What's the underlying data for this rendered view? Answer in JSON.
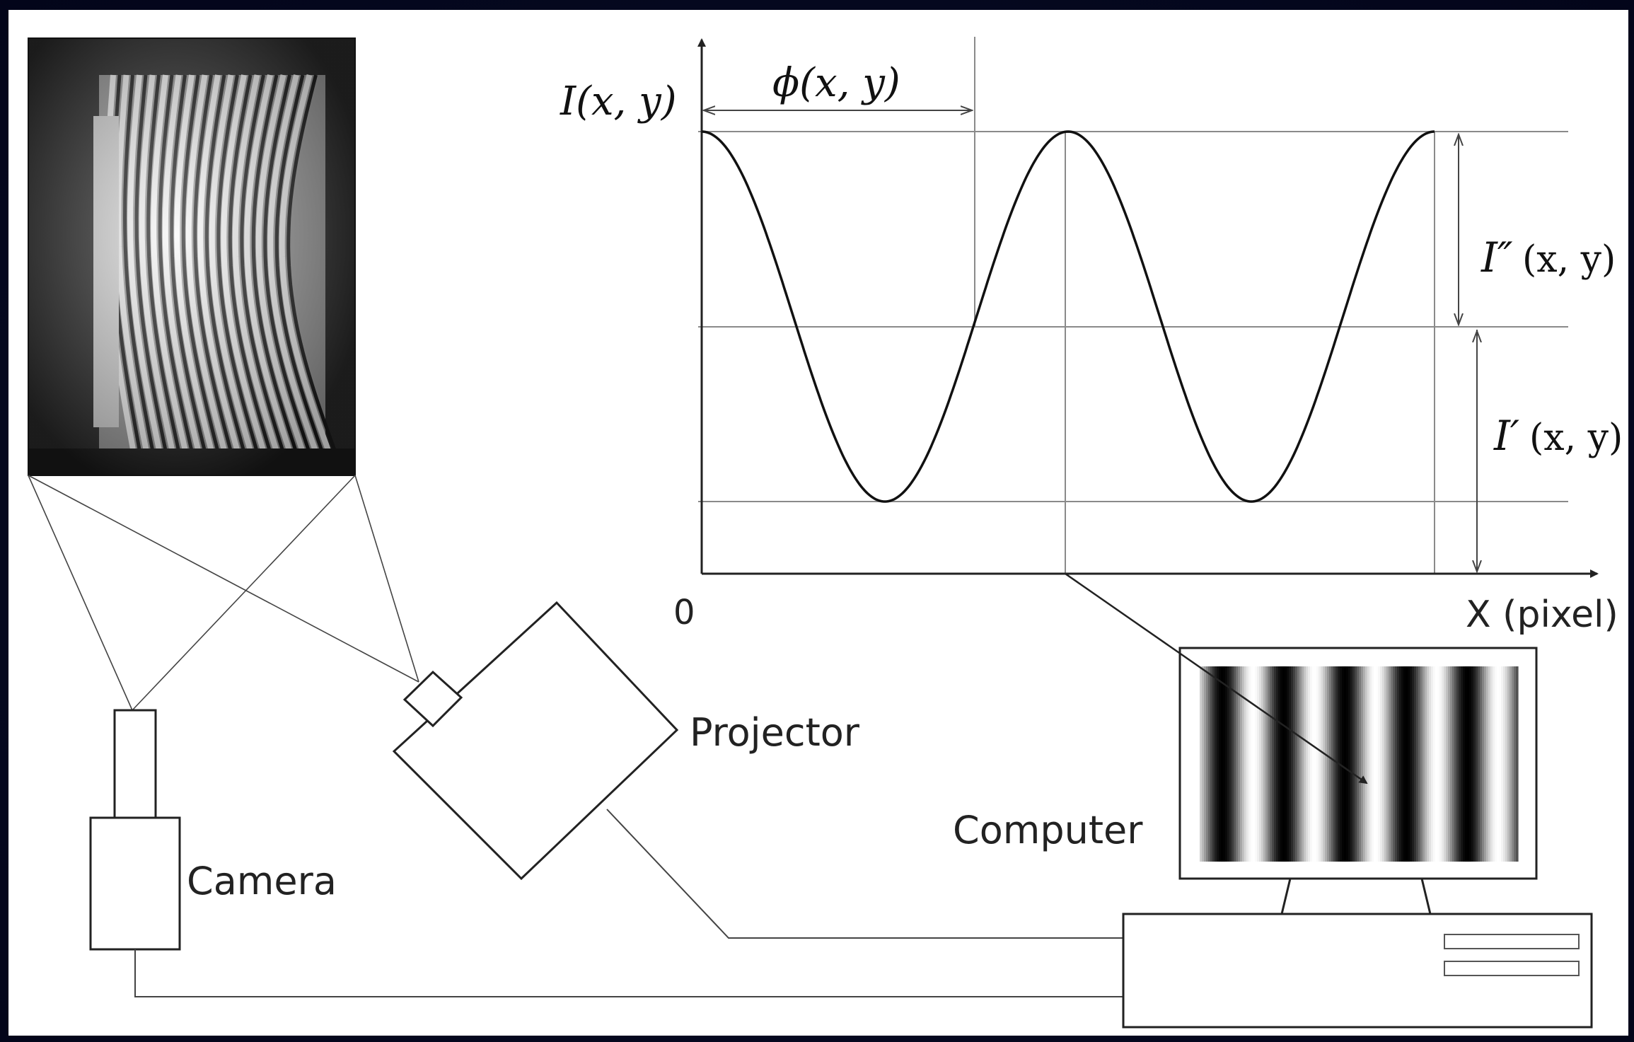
{
  "labels": {
    "intensity_axis": "I(x, y)",
    "phase": "ϕ(x, y)",
    "modulation_symbol": "I″",
    "modulation_args": "(x, y)",
    "background_symbol": "I′",
    "background_args": "(x, y)",
    "origin": "0",
    "x_axis": "X (pixel)",
    "projector": "Projector",
    "camera": "Camera",
    "computer": "Computer"
  },
  "colors": {
    "line": "#222222",
    "guide": "#8a8a8a",
    "background": "#ffffff",
    "screen_dark": "#000000",
    "screen_light": "#ffffff"
  },
  "waveform": {
    "type": "cosine",
    "periods_shown": 2,
    "starts_at": "maximum"
  },
  "fringe_image": {
    "description_icon": "fringe-photo"
  }
}
